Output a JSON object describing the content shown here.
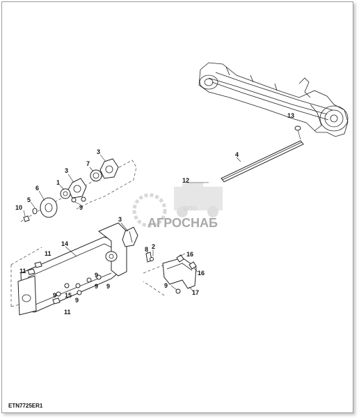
{
  "diagram": {
    "code": "ETN7725ER1",
    "watermark": {
      "text": "АГРОСНАБ",
      "prefix": "ООО",
      "color": "#b9b9b9"
    },
    "callouts": [
      "1",
      "2",
      "3",
      "4",
      "5",
      "6",
      "7",
      "8",
      "9",
      "10",
      "11",
      "12",
      "13",
      "14",
      "15",
      "16",
      "17"
    ]
  }
}
